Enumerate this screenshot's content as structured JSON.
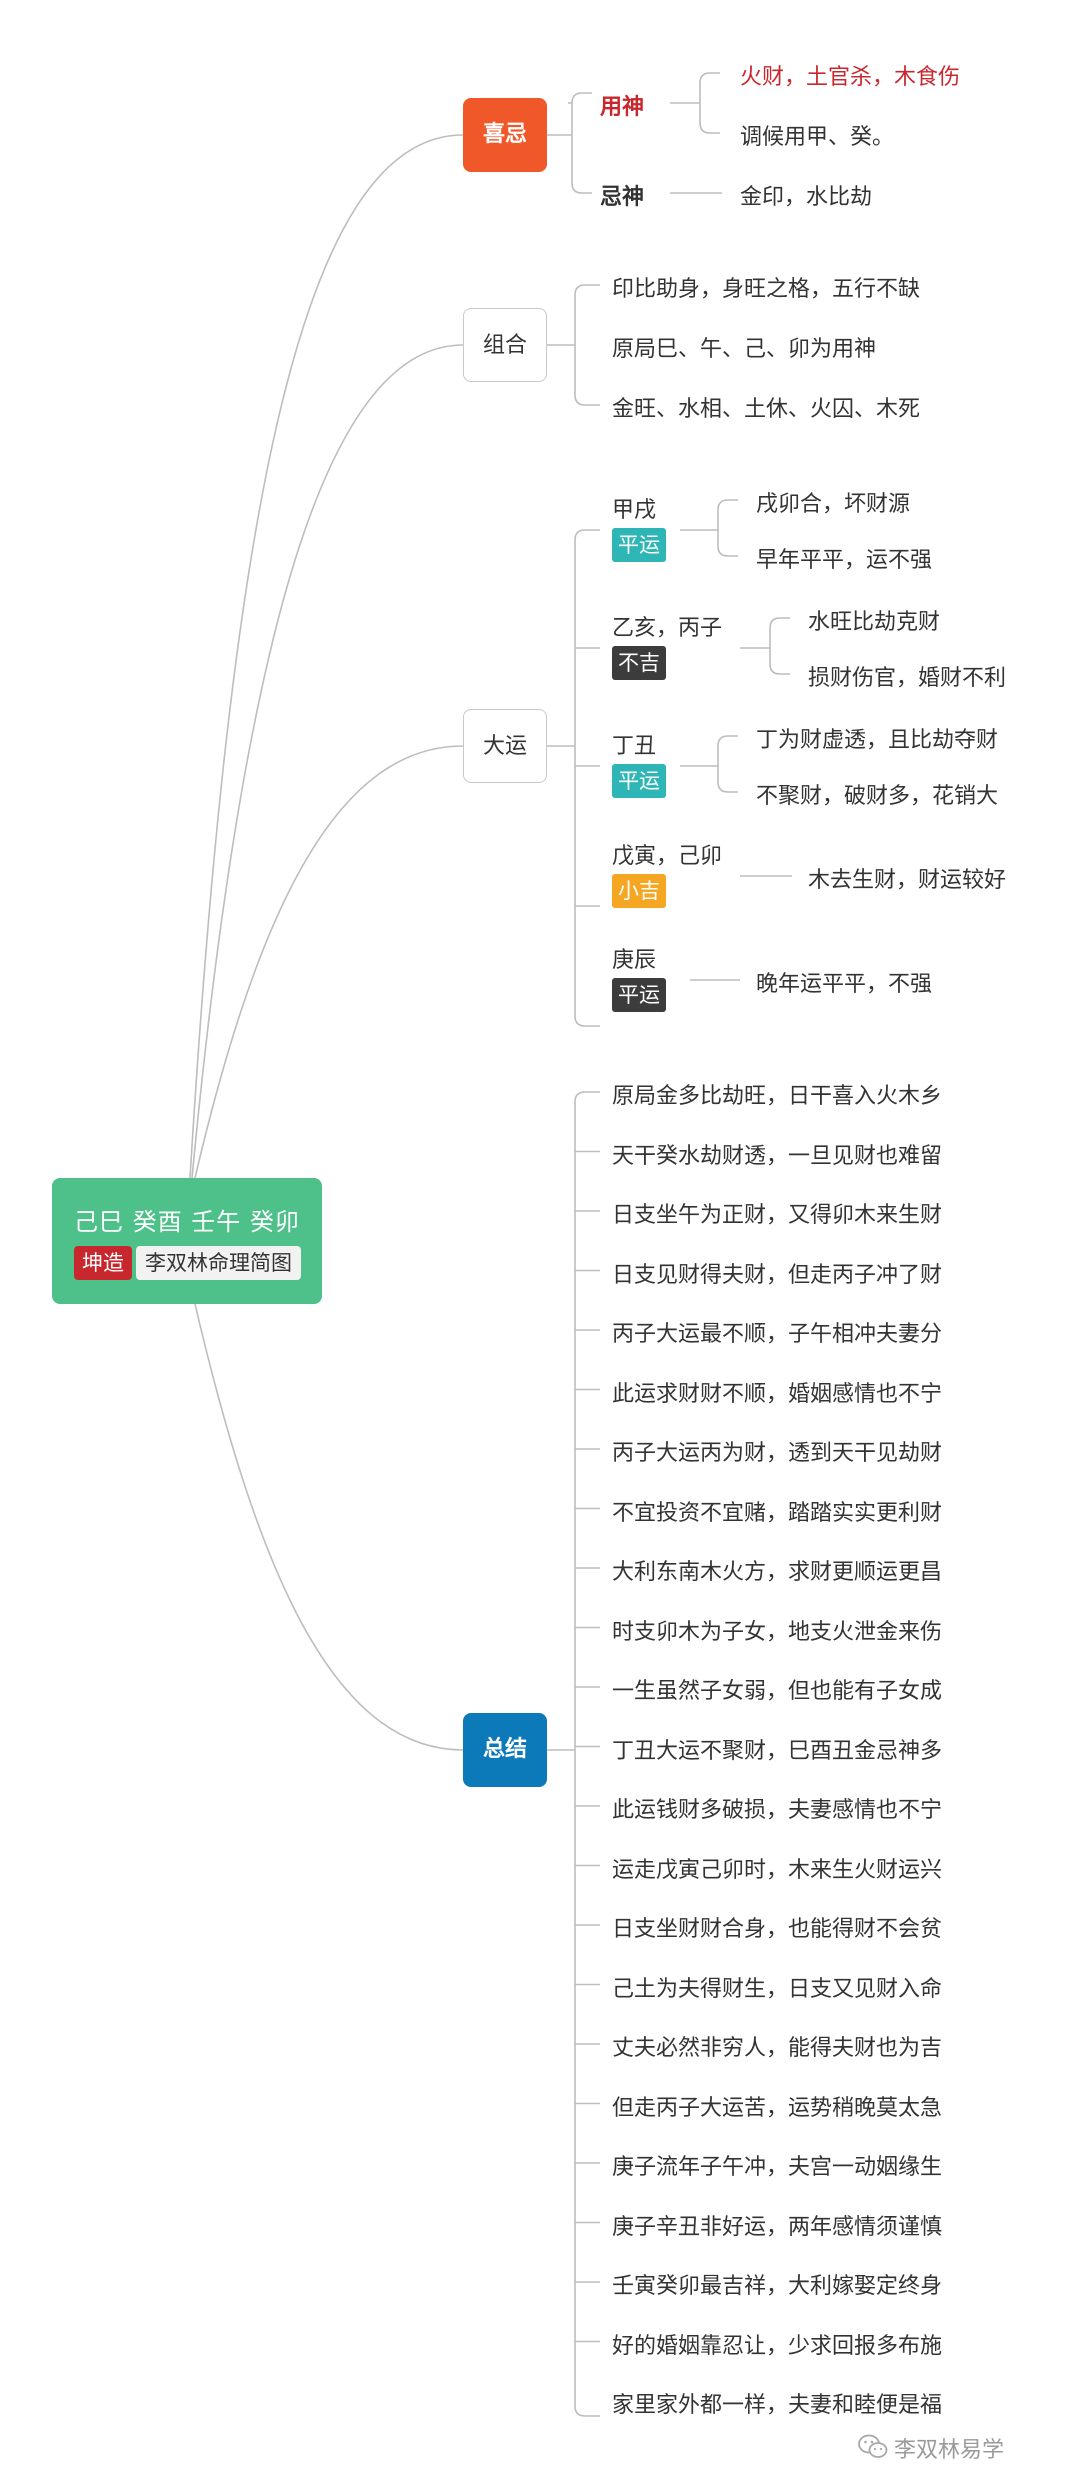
{
  "root": {
    "pillars": "己巳 癸酉 壬午 癸卯",
    "tag_gender": "坤造",
    "tag_title": "李双林命理简图"
  },
  "branches": {
    "xiji": {
      "label": "喜忌",
      "yongshen": {
        "label": "用神",
        "items": [
          "火财，土官杀，木食伤",
          "调候用甲、癸。"
        ]
      },
      "jishen": {
        "label": "忌神",
        "value": "金印，水比劫"
      }
    },
    "zuhe": {
      "label": "组合",
      "items": [
        "印比助身，身旺之格，五行不缺",
        "原局巳、午、己、卯为用神",
        "金旺、水相、土休、火囚、木死"
      ]
    },
    "dayun": {
      "label": "大运",
      "periods": [
        {
          "name": "甲戌",
          "badge": "平运",
          "notes": [
            "戌卯合，坏财源",
            "早年平平，运不强"
          ]
        },
        {
          "name": "乙亥，丙子",
          "badge": "不吉",
          "notes": [
            "水旺比劫克财",
            "损财伤官，婚财不利"
          ]
        },
        {
          "name": "丁丑",
          "badge": "平运",
          "notes": [
            "丁为财虚透，且比劫夺财",
            "不聚财，破财多，花销大"
          ]
        },
        {
          "name": "戊寅，己卯",
          "badge": "小吉",
          "notes": [
            "木去生财，财运较好"
          ]
        },
        {
          "name": "庚辰",
          "badge": "平运",
          "notes": [
            "晚年运平平，不强"
          ]
        }
      ]
    },
    "zongjie": {
      "label": "总结",
      "lines": [
        "原局金多比劫旺，日干喜入火木乡",
        "天干癸水劫财透，一旦见财也难留",
        "日支坐午为正财，又得卯木来生财",
        "日支见财得夫财，但走丙子冲了财",
        "丙子大运最不顺，子午相冲夫妻分",
        "此运求财财不顺，婚姻感情也不宁",
        "丙子大运丙为财，透到天干见劫财",
        "不宜投资不宜赌，踏踏实实更利财",
        "大利东南木火方，求财更顺运更昌",
        "时支卯木为子女，地支火泄金来伤",
        "一生虽然子女弱，但也能有子女成",
        "丁丑大运不聚财，巳酉丑金忌神多",
        "此运钱财多破损，夫妻感情也不宁",
        "运走戊寅己卯时，木来生火财运兴",
        "日支坐财财合身，也能得财不会贫",
        "己土为夫得财生，日支又见财入命",
        "丈夫必然非穷人，能得夫财也为吉",
        "但走丙子大运苦，运势稍晚莫太急",
        "庚子流年子午冲，夫宫一动姻缘生",
        "庚子辛丑非好运，两年感情须谨慎",
        "壬寅癸卯最吉祥，大利嫁娶定终身",
        "好的婚姻靠忍让，少求回报多布施",
        "家里家外都一样，夫妻和睦便是福"
      ]
    }
  },
  "watermark": {
    "text": "李双林易学",
    "icon": "wechat-icon"
  },
  "colors": {
    "root_bg": "#4ec08a",
    "xiji_bg": "#f0582a",
    "zongjie_bg": "#0c79b8",
    "red_text": "#c8282d",
    "badge_teal": "#2eb6b6",
    "badge_dark": "#3c3c3c",
    "badge_orange": "#f5a623",
    "line": "#bdbdbd"
  }
}
